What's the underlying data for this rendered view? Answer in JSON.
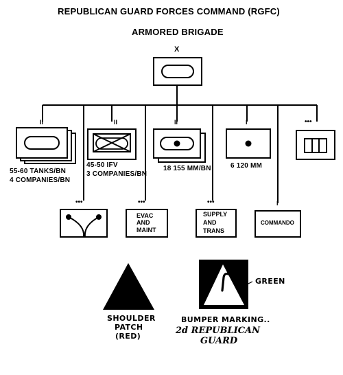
{
  "header": {
    "title": "REPUBLICAN GUARD FORCES COMMAND (RGFC)",
    "subtitle": "ARMORED BRIGADE"
  },
  "headquarters": {
    "echelon": "X"
  },
  "row1": [
    {
      "echelon": "II",
      "label_lines": [
        "55-60 TANKS/BN",
        "4 COMPANIES/BN"
      ],
      "symbol": "armor"
    },
    {
      "echelon": "II",
      "label_lines": [
        "45-50 IFV",
        "3 COMPANIES/BN"
      ],
      "symbol": "mechanized-infantry"
    },
    {
      "echelon": "II",
      "label_lines": [
        "18 155 MM/BN"
      ],
      "symbol": "self-propelled-artillery"
    },
    {
      "echelon": "I",
      "label_lines": [
        "6 120 MM"
      ],
      "symbol": "mortar"
    },
    {
      "echelon": "•••",
      "label_lines": [],
      "symbol": "signal"
    }
  ],
  "row2": [
    {
      "echelon": "•••",
      "label_lines": [],
      "symbol": "engineer"
    },
    {
      "echelon": "•••",
      "label_lines": [
        "EVAC",
        "AND",
        "MAINT"
      ],
      "symbol": "maintenance"
    },
    {
      "echelon": "•••",
      "label_lines": [
        "SUPPLY",
        "AND",
        "TRANS"
      ],
      "symbol": "supply-transport"
    },
    {
      "echelon": "I",
      "label_lines": [
        "COMMANDO"
      ],
      "symbol": "commando"
    }
  ],
  "insignia": {
    "shoulder_patch_lines": [
      "SHOULDER",
      "PATCH",
      "(RED)"
    ],
    "bumper_marking_label": "BUMPER MARKING..",
    "bumper_marking_lines": [
      "2d REPUBLICAN",
      "GUARD"
    ],
    "green_label": "GREEN"
  }
}
